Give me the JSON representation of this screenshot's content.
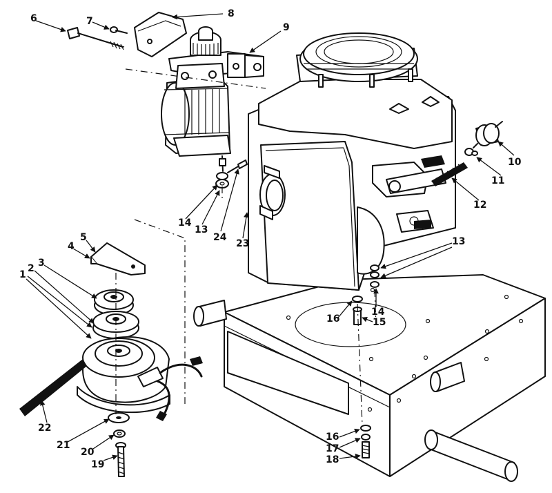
{
  "callouts": {
    "c1": "1",
    "c2": "2",
    "c3": "3",
    "c4": "4",
    "c5": "5",
    "c6": "6",
    "c7": "7",
    "c8": "8",
    "c9": "9",
    "c10": "10",
    "c11": "11",
    "c12": "12",
    "c13a": "13",
    "c13b": "13",
    "c14a": "14",
    "c14b": "14",
    "c15": "15",
    "c16a": "16",
    "c16b": "16",
    "c17": "17",
    "c18": "18",
    "c19": "19",
    "c20": "20",
    "c21": "21",
    "c22": "22",
    "c23": "23",
    "c24": "24"
  }
}
